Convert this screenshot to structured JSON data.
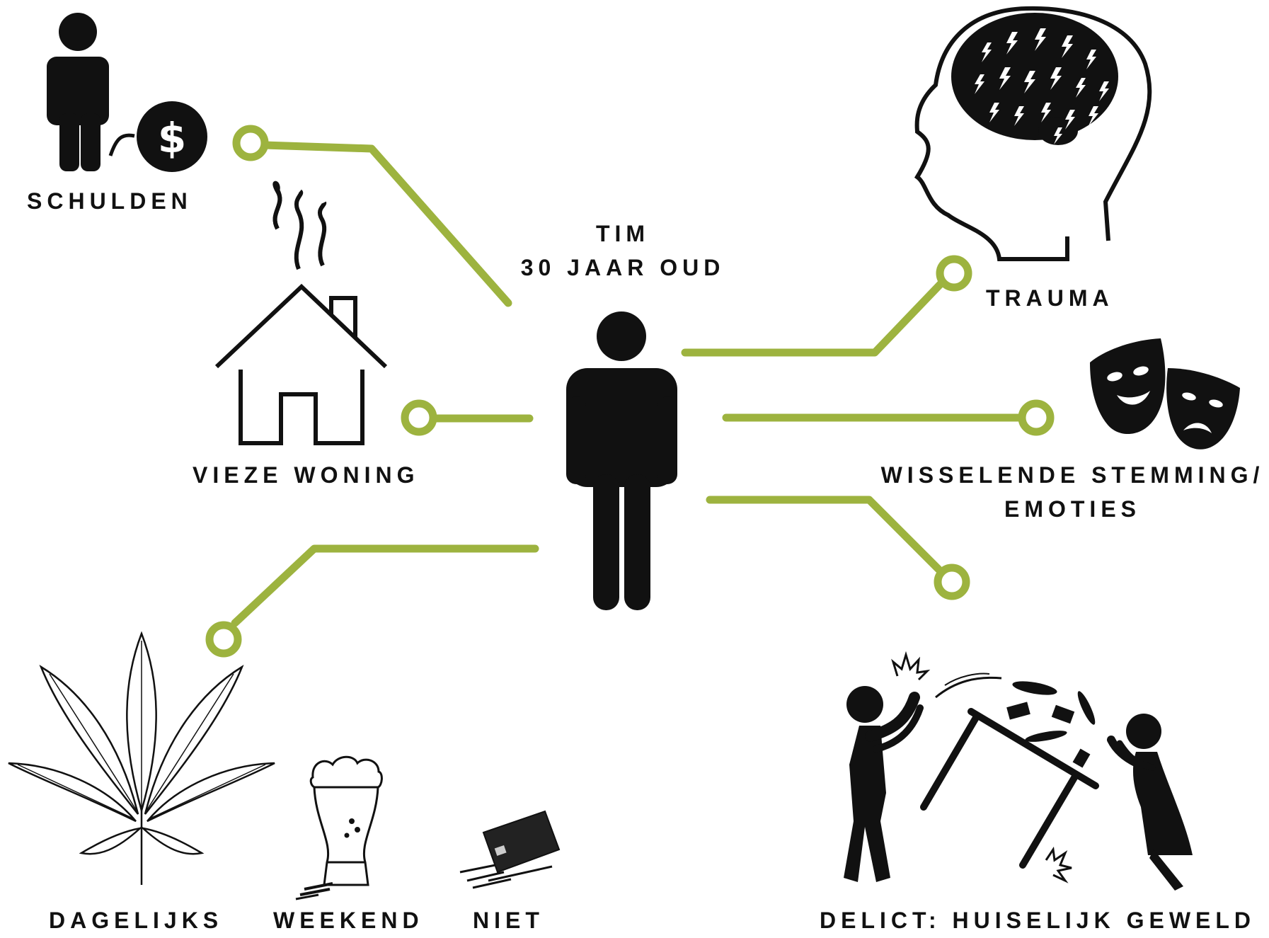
{
  "center": {
    "name": "TIM",
    "age": "30 JAAR OUD"
  },
  "labels": {
    "schulden": "SCHULDEN",
    "woning": "VIEZE WONING",
    "trauma": "TRAUMA",
    "stemming_line1": "WISSELENDE STEMMING/",
    "stemming_line2": "EMOTIES",
    "dagelijks": "DAGELIJKS",
    "weekend": "WEEKEND",
    "niet": "NIET",
    "delict": "DELICT: HUISELIJK GEWELD"
  },
  "colors": {
    "connector": "#9db33f",
    "ink": "#111111",
    "background": "#ffffff"
  },
  "icons": [
    "person-with-debt-icon",
    "house-with-smell-icon",
    "person-icon",
    "brain-head-icon",
    "theatre-masks-icon",
    "cannabis-leaf-icon",
    "beer-glass-icon",
    "bank-card-icon",
    "domestic-violence-icon"
  ]
}
